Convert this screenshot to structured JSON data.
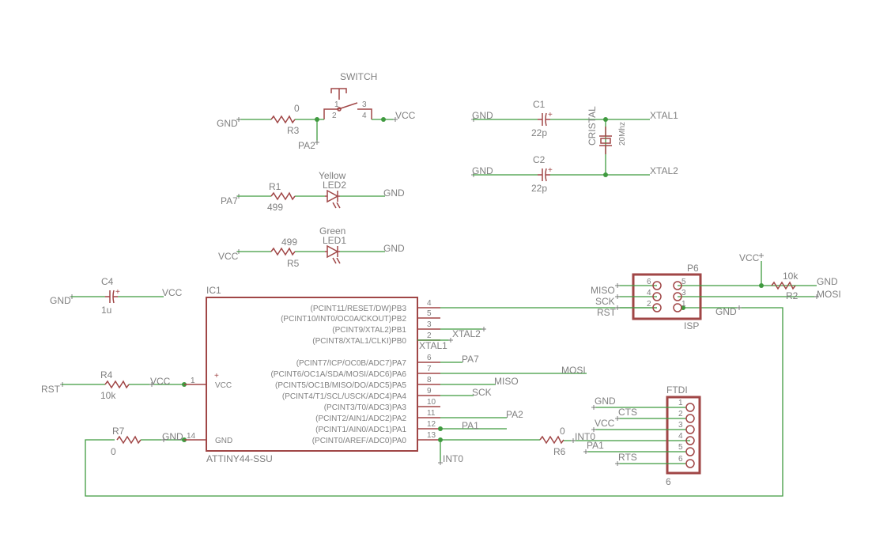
{
  "colors": {
    "wire": "#3f9a3f",
    "symbol": "#a04646",
    "text": "#808080"
  },
  "switch": {
    "name": "SWITCH",
    "pins": [
      "1",
      "3",
      "2",
      "4"
    ],
    "left_net": "GND",
    "right_net": "VCC",
    "tap_net": "PA2"
  },
  "r3": {
    "name": "R3",
    "value": "0"
  },
  "led2": {
    "color": "Yellow",
    "name": "LED2",
    "left_net": "PA7",
    "right_net": "GND"
  },
  "r1": {
    "name": "R1",
    "value": "499"
  },
  "led1": {
    "color": "Green",
    "name": "LED1",
    "left_net": "VCC",
    "right_net": "GND"
  },
  "r5": {
    "name": "R5",
    "value": "499"
  },
  "c1": {
    "name": "C1",
    "value": "22p",
    "left_net": "GND",
    "right_net": "XTAL1"
  },
  "c2": {
    "name": "C2",
    "value": "22p",
    "left_net": "GND",
    "right_net": "XTAL2"
  },
  "crystal": {
    "name": "CRISTAL",
    "value": "20Mhz"
  },
  "c4": {
    "name": "C4",
    "value": "1u",
    "left_net": "GND",
    "right_net": "VCC"
  },
  "r4": {
    "name": "R4",
    "value": "10k",
    "left_net": "RST",
    "right_net": "VCC"
  },
  "r7": {
    "name": "R7",
    "value": "0",
    "right_net": "GND"
  },
  "r6": {
    "name": "R6",
    "value": "0",
    "right_net": "INT0"
  },
  "r2": {
    "name": "R2",
    "value": "10k",
    "top_net": "VCC",
    "right_net": "GND"
  },
  "ic1": {
    "name": "IC1",
    "part": "ATTINY44-SSU",
    "left_pins": [
      {
        "label": "VCC",
        "num": "1"
      },
      {
        "label": "GND",
        "num": "14"
      }
    ],
    "right_pins": [
      {
        "label": "(PCINT11/RESET/DW)PB3",
        "num": "4"
      },
      {
        "label": "(PCINT10/INT0/OC0A/CKOUT)PB2",
        "num": "5"
      },
      {
        "label": "(PCINT9/XTAL2)PB1",
        "num": "3"
      },
      {
        "label": "(PCINT8/XTAL1/CLKI)PB0",
        "num": "2"
      },
      {
        "label": "(PCINT7/ICP/OC0B/ADC7)PA7",
        "num": "6"
      },
      {
        "label": "(PCINT6/OC1A/SDA/MOSI/ADC6)PA6",
        "num": "7"
      },
      {
        "label": "(PCINT5/OC1B/MISO/DO/ADC5)PA5",
        "num": "8"
      },
      {
        "label": "(PCINT4/T1/SCL/USCK/ADC4)PA4",
        "num": "9"
      },
      {
        "label": "(PCINT3/T0/ADC3)PA3",
        "num": "10"
      },
      {
        "label": "(PCINT2/AIN1/ADC2)PA2",
        "num": "11"
      },
      {
        "label": "(PCINT1/AIN0/ADC1)PA1",
        "num": "12"
      },
      {
        "label": "(PCINT0/AREF/ADC0)PA0",
        "num": "13"
      }
    ],
    "nets": {
      "pb1": "XTAL2",
      "pb0": "XTAL1",
      "pa7": "PA7",
      "pa6": "MOSI",
      "pa5": "MISO",
      "pa4": "SCK",
      "pa2": "PA2",
      "pa1": "PA1",
      "pa0": "INT0"
    }
  },
  "isp": {
    "name": "P6",
    "value": "ISP",
    "pin_nums": [
      "6",
      "4",
      "2",
      "5",
      "3",
      "1"
    ],
    "left_nets": [
      "MISO",
      "SCK",
      "RST"
    ],
    "right_nets": [
      "MOSI",
      "GND"
    ]
  },
  "ftdi": {
    "name": "FTDI",
    "value": "6",
    "pin_nums": [
      "1",
      "2",
      "3",
      "4",
      "5",
      "6"
    ],
    "nets": [
      "GND",
      "CTS",
      "VCC",
      "INT0",
      "PA1",
      "RTS"
    ]
  }
}
